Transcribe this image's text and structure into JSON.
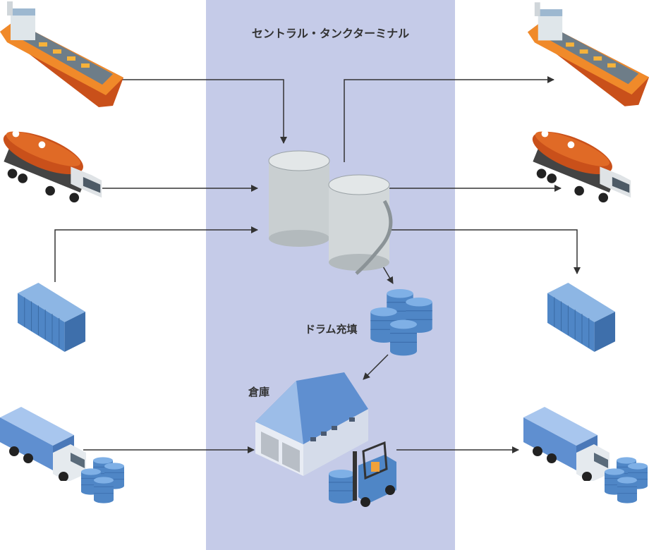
{
  "terminal": {
    "title": "セントラル・タンクターミナル",
    "band_color": "#c5cbe8"
  },
  "labels": {
    "drum_filling": "ドラム充填",
    "warehouse": "倉庫"
  },
  "inputs": [
    {
      "icon": "oil-tanker-ship-icon"
    },
    {
      "icon": "tank-lorry-icon"
    },
    {
      "icon": "shipping-container-icon"
    },
    {
      "icon": "box-truck-with-drums-icon"
    }
  ],
  "outputs": [
    {
      "icon": "oil-tanker-ship-icon"
    },
    {
      "icon": "tank-lorry-icon"
    },
    {
      "icon": "shipping-container-icon"
    },
    {
      "icon": "box-truck-with-drums-icon"
    }
  ],
  "facilities": [
    {
      "icon": "storage-tanks-icon"
    },
    {
      "icon": "drums-icon"
    },
    {
      "icon": "warehouse-icon"
    },
    {
      "icon": "forklift-icon"
    }
  ],
  "colors": {
    "arrow": "#333333",
    "ship": "#e8731f",
    "container": "#4f86c6",
    "tank": "#c9cfd1"
  }
}
